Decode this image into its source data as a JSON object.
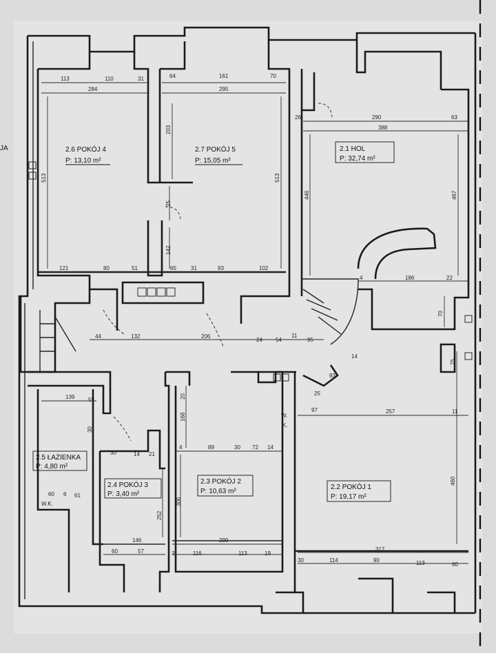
{
  "rooms": [
    {
      "id": "2.6",
      "name": "2.6 POKÓJ 4",
      "area": "P: 13,10 m²"
    },
    {
      "id": "2.7",
      "name": "2.7 POKÓJ 5",
      "area": "P: 15,05 m²"
    },
    {
      "id": "2.1",
      "name": "2.1 HOL",
      "area": "P: 32,74 m²"
    },
    {
      "id": "2.5",
      "name": "2.5 ŁAZIENKA",
      "area": "P: 4,80 m²"
    },
    {
      "id": "2.4",
      "name": "2.4 POKÓJ 3",
      "area": "P: 3,40 m²"
    },
    {
      "id": "2.3",
      "name": "2.3 POKÓJ 2",
      "area": "P: 10,63 m²"
    },
    {
      "id": "2.2",
      "name": "2.2 POKÓJ 1",
      "area": "P: 19,17 m²"
    }
  ],
  "dims": {
    "top": [
      "113",
      "110",
      "31",
      "64",
      "161",
      "70"
    ],
    "top2": [
      "284",
      "295"
    ],
    "hol_top": [
      "26",
      "290",
      "63"
    ],
    "hol_top2": [
      "388"
    ],
    "mid": [
      "121",
      "80",
      "51",
      "65",
      "31",
      "93",
      "102"
    ],
    "hol_stairs": [
      "4",
      "186",
      "22"
    ],
    "corridor": [
      "44",
      "132",
      "206",
      "24",
      "54",
      "11",
      "95"
    ],
    "verticals": [
      "203",
      "25",
      "142",
      "513",
      "513",
      "446",
      "467",
      "70"
    ],
    "right_mid": [
      "97",
      "257",
      "11"
    ],
    "room3_top": [
      "4",
      "89",
      "30",
      "72",
      "14"
    ],
    "room3_v": [
      "20",
      "168",
      "306"
    ],
    "bath": [
      "139",
      "55",
      "30",
      "14",
      "21"
    ],
    "room1_v": [
      "75",
      "460"
    ],
    "bottom1": [
      "146",
      "290",
      "317"
    ],
    "bottom2": [
      "60",
      "57",
      "3",
      "116",
      "113",
      "19",
      "30",
      "114",
      "90",
      "113",
      "60"
    ],
    "misc": [
      "60",
      "6",
      "61",
      "252",
      "93",
      "14",
      "25"
    ]
  },
  "labels": {
    "ja": "JA",
    "wk": "W.K.",
    "w": "W.",
    "k": "K."
  }
}
